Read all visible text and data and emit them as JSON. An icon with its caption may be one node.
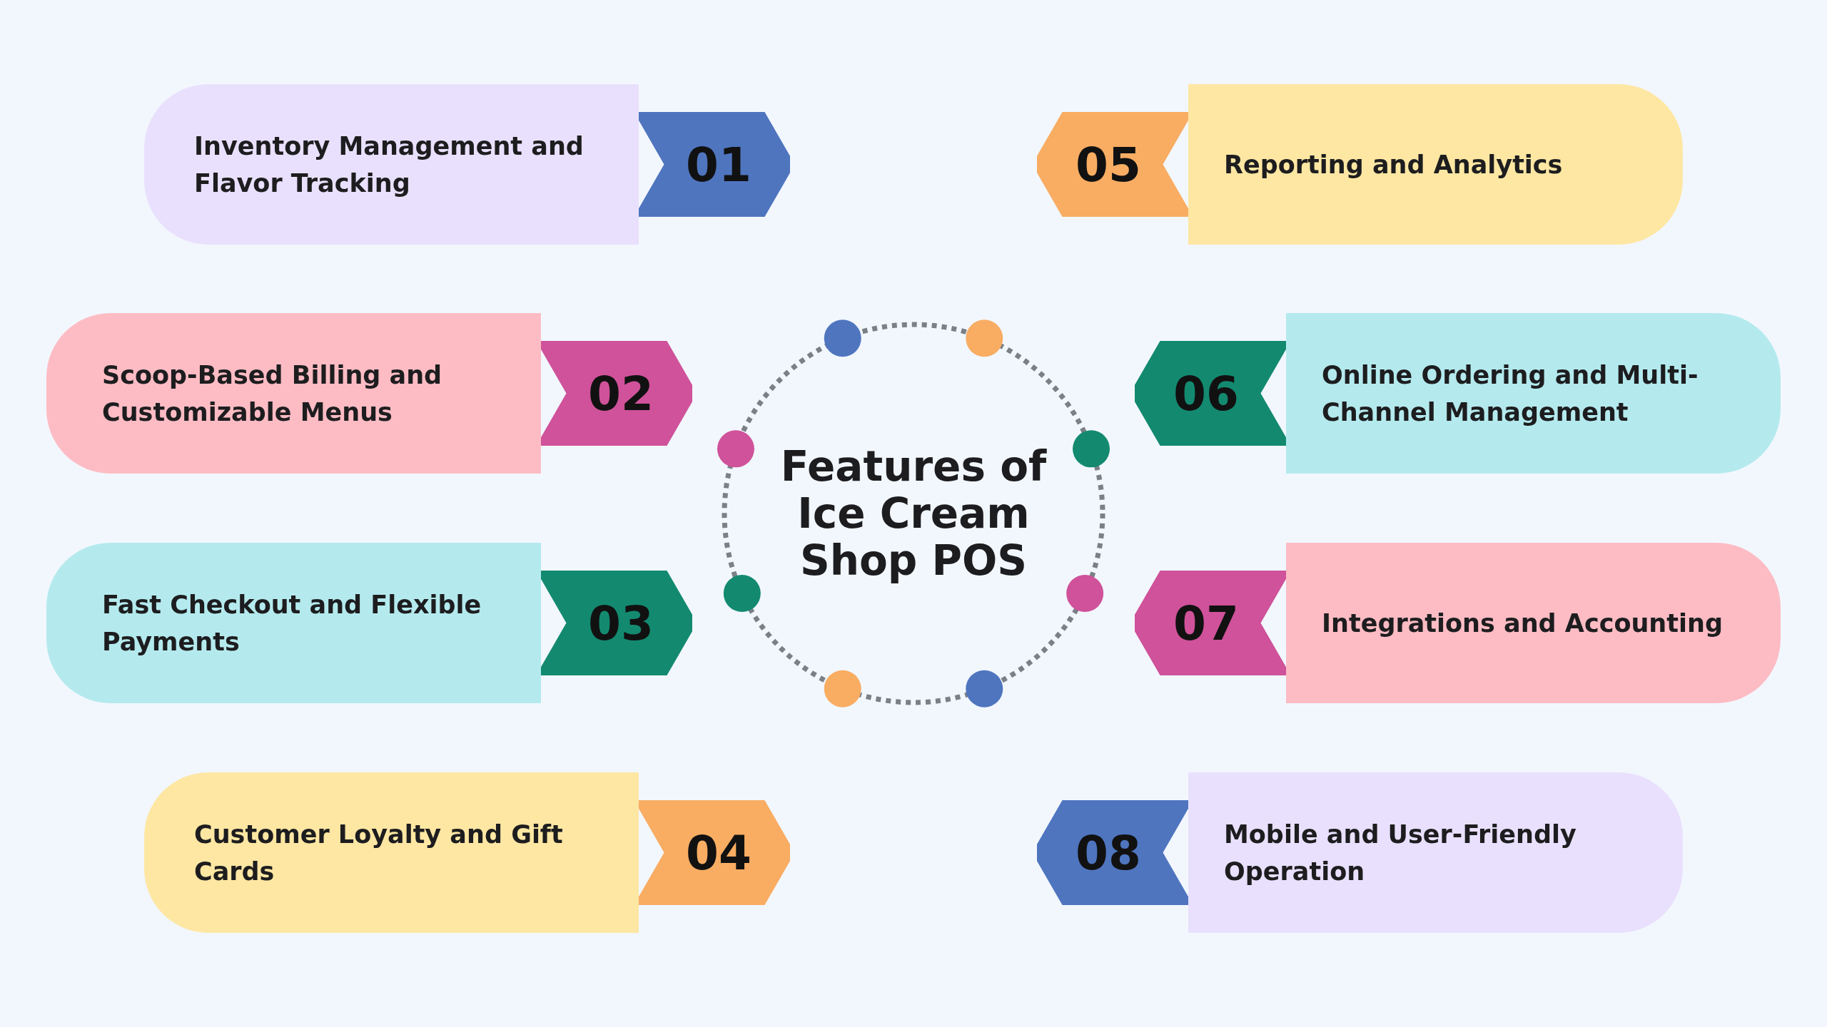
{
  "diagram": {
    "nodes": [
      {
        "text": [
          "Features of Ice Cream Shop POS"
        ]
      },
      {
        "text": [
          "Inventory Management and Flavor Tracking"
        ]
      },
      {
        "text": [
          "01"
        ]
      },
      {
        "text": [
          "Scoop-Based Billing and Customizable Menus"
        ]
      },
      {
        "text": [
          "02"
        ]
      },
      {
        "text": [
          "Fast Checkout and Flexible Payments"
        ]
      },
      {
        "text": [
          "03"
        ]
      },
      {
        "text": [
          "Customer Loyalty and Gift Cards"
        ]
      },
      {
        "text": [
          "04"
        ]
      },
      {
        "text": [
          "Reporting and Analytics"
        ]
      },
      {
        "text": [
          "05"
        ]
      },
      {
        "text": [
          "Online Ordering and Multi-Channel Management"
        ]
      },
      {
        "text": [
          "06"
        ]
      },
      {
        "text": [
          "Integrations and Accounting"
        ]
      },
      {
        "text": [
          "07"
        ]
      },
      {
        "text": [
          "Mobile and User-Friendly Operation"
        ]
      },
      {
        "text": [
          "08"
        ]
      }
    ],
    "edges": []
  }
}
